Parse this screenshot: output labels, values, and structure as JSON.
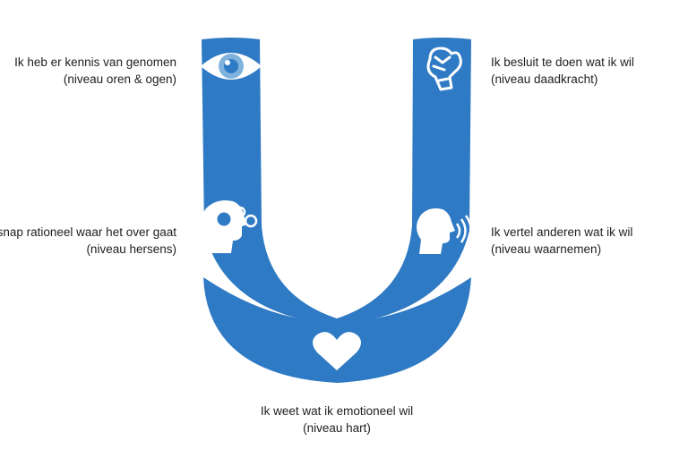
{
  "colors": {
    "u_blue": "#2f7ac4",
    "u_blue_light": "#3a86cc",
    "icon_white": "#ffffff",
    "text": "#1e1e1e"
  },
  "levels": [
    {
      "id": "ears-eyes",
      "line1": "Ik heb er kennis van genomen",
      "line2": "(niveau oren & ogen)",
      "icon": "eye-icon"
    },
    {
      "id": "brain",
      "line1": "Ik snap rationeel waar het over gaat",
      "line2": "(niveau hersens)",
      "icon": "head-gears-icon"
    },
    {
      "id": "heart",
      "line1": "Ik weet wat ik emotioneel wil",
      "line2": "(niveau hart)",
      "icon": "heart-icon"
    },
    {
      "id": "perceive",
      "line1": "Ik vertel anderen wat ik wil",
      "line2": "(niveau waarnemen)",
      "icon": "speaking-head-icon"
    },
    {
      "id": "action",
      "line1": "Ik besluit te doen wat ik wil",
      "line2": "(niveau daadkracht)",
      "icon": "fist-icon"
    }
  ]
}
